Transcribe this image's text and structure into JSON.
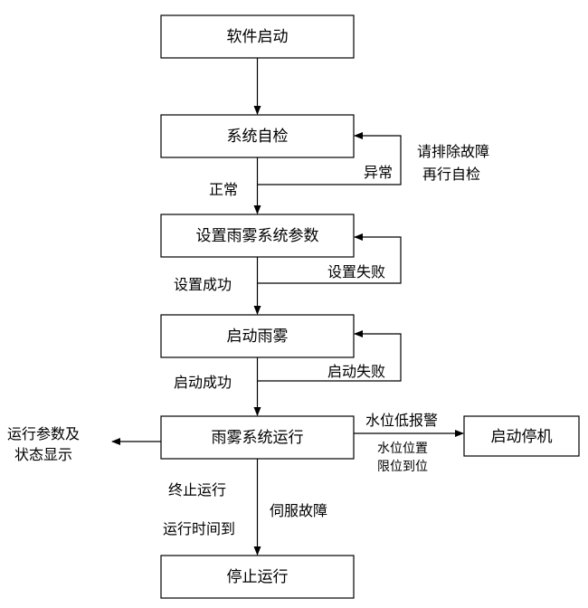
{
  "nodes": {
    "start": "软件启动",
    "self_check": "系统自检",
    "set_params": "设置雨雾系统参数",
    "start_fog": "启动雨雾",
    "fog_running": "雨雾系统运行",
    "shutdown": "启动停机",
    "stop": "停止运行"
  },
  "labels": {
    "normal": "正常",
    "abnormal": "异常",
    "recheck_line1": "请排除故障",
    "recheck_line2": "再行自检",
    "set_success": "设置成功",
    "set_fail": "设置失败",
    "start_success": "启动成功",
    "start_fail": "启动失败",
    "display_line1": "运行参数及",
    "display_line2": "状态显示",
    "low_water_alarm": "水位低报警",
    "water_limit_line1": "水位位置",
    "water_limit_line2": "限位到位",
    "terminate": "终止运行",
    "time_up": "运行时间到",
    "servo_fault": "伺服故障"
  },
  "colors": {
    "stroke": "#000000",
    "background": "#ffffff"
  }
}
